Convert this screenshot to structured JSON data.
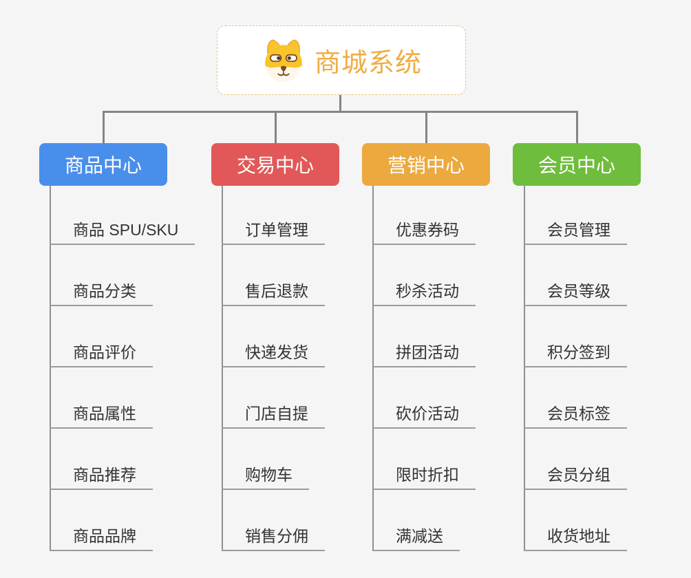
{
  "root": {
    "title": "商城系统",
    "icon": "dog-icon",
    "title_color": "#f0ad43",
    "border_color": "#eec07a"
  },
  "connector_color": "#848484",
  "background_color": "#f5f5f6",
  "branches": [
    {
      "label": "商品中心",
      "color": "#4a8eec",
      "items": [
        "商品 SPU/SKU",
        "商品分类",
        "商品评价",
        "商品属性",
        "商品推荐",
        "商品品牌"
      ]
    },
    {
      "label": "交易中心",
      "color": "#e25858",
      "items": [
        "订单管理",
        "售后退款",
        "快递发货",
        "门店自提",
        "购物车",
        "销售分佣"
      ]
    },
    {
      "label": "营销中心",
      "color": "#eca93f",
      "items": [
        "优惠券码",
        "秒杀活动",
        "拼团活动",
        "砍价活动",
        "限时折扣",
        "满减送"
      ]
    },
    {
      "label": "会员中心",
      "color": "#6ebd3c",
      "items": [
        "会员管理",
        "会员等级",
        "积分签到",
        "会员标签",
        "会员分组",
        "收货地址"
      ]
    }
  ]
}
